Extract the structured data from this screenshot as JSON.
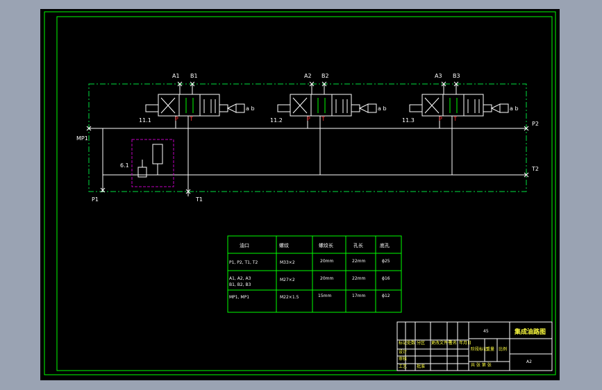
{
  "ports": {
    "A1": "A1",
    "B1": "B1",
    "A2": "A2",
    "B2": "B2",
    "A3": "A3",
    "B3": "B3",
    "P2": "P2",
    "T2": "T2",
    "P1": "P1",
    "T1": "T1",
    "MP1": "MP1"
  },
  "valves": [
    {
      "id": "11.1",
      "ab": "a b",
      "P": "P",
      "T": "T"
    },
    {
      "id": "11.2",
      "ab": "a b",
      "P": "P",
      "T": "T"
    },
    {
      "id": "11.3",
      "ab": "a b",
      "P": "P",
      "T": "T"
    }
  ],
  "relief_valve": {
    "id": "6.1"
  },
  "table": {
    "headers": [
      "油口",
      "螺纹",
      "螺纹长",
      "孔长",
      "底孔"
    ],
    "rows": [
      [
        "P1, P2, T1, T2",
        "M33×2",
        "20mm",
        "22mm",
        "ɸ25"
      ],
      [
        "A1, A2, A3\nB1, B2, B3",
        "M27×2",
        "20mm",
        "22mm",
        "ɸ16"
      ],
      [
        "MP1, MP1",
        "M22×1.5",
        "15mm",
        "17mm",
        "ɸ12"
      ]
    ]
  },
  "title_block": {
    "number": "45",
    "title": "集成油路图",
    "size": "A2",
    "stage_label": "阶段标记",
    "weight_label": "重量",
    "scale_label": "比例",
    "sheet_label": "共 张 第 张",
    "rev_labels": [
      "标记",
      "处数",
      "分区",
      "更改文件号",
      "签名",
      "年月日"
    ],
    "role_labels": [
      "设计",
      "审核",
      "工艺",
      "批准"
    ]
  },
  "colors": {
    "line": "#ffffff",
    "frame": "#00ff00",
    "accent": "#00ff00",
    "dash": "#00e040",
    "relief": "#c000c0",
    "port_mark": "#ff3030",
    "table_text": "#ffffff"
  }
}
